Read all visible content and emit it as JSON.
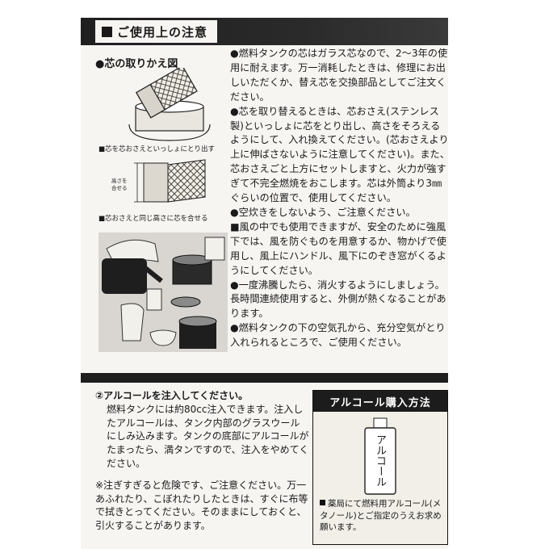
{
  "section1": {
    "title": "ご使用上の注意",
    "wick_heading": "●芯の取りかえ図",
    "caption1": "■芯を芯おさえといっしょにとり出す",
    "height_label_1": "高さを",
    "height_label_2": "合せる",
    "caption2": "■芯おさえと同じ高さに芯を合せる",
    "notes": [
      "●燃料タンクの芯はガラス芯なので、2〜3年の使用に耐えます。万一消耗したときは、修理にお出しいただくか、替え芯を交換部品としてご注文ください。",
      "●芯を取り替えるときは、芯おさえ(ステンレス製)といっしょに芯をとり出し、高さをそろえるようにして、入れ換えてください。(芯おさえより上に伸ばさないように注意してください)。また、芯おさえごと上方にセットしますと、火力が強すぎて不完全燃焼をおこします。芯は外筒より3㎜ぐらいの位置で、使用してください。",
      "●空炊きをしないよう、ご注意ください。",
      "■風の中でも使用できますが、安全のために強風下では、風を防ぐものを用意するか、物かげで使用し、風上にハンドル、風下にのぞき窓がくるようにしてください。",
      "●一度沸騰したら、消火するようにしましょう。長時間連続使用すると、外側が熱くなることがあります。",
      "●燃料タンクの下の空気孔から、充分空気がとり入れられるところで、ご使用ください。"
    ]
  },
  "section2": {
    "heading": "②アルコールを注入してください。",
    "body": "燃料タンクには約80cc注入できます。注入したアルコールは、タンク内部のグラスウールにしみ込みます。タンクの底部にアルコールがたまったら、満タンですので、注入をやめてください。",
    "warning": "※注ぎすぎると危険です、ご注意ください。万一あふれたり、こぼれたりしたときは、すぐに布等で拭きとってください。そのままにしておくと、引火することがあります。"
  },
  "purchase_box": {
    "title": "アルコール購入方法",
    "bottle_label": "アルコール",
    "text": "薬局にて燃料用アルコール(メタノール)とご指定のうえお求め願います。"
  }
}
